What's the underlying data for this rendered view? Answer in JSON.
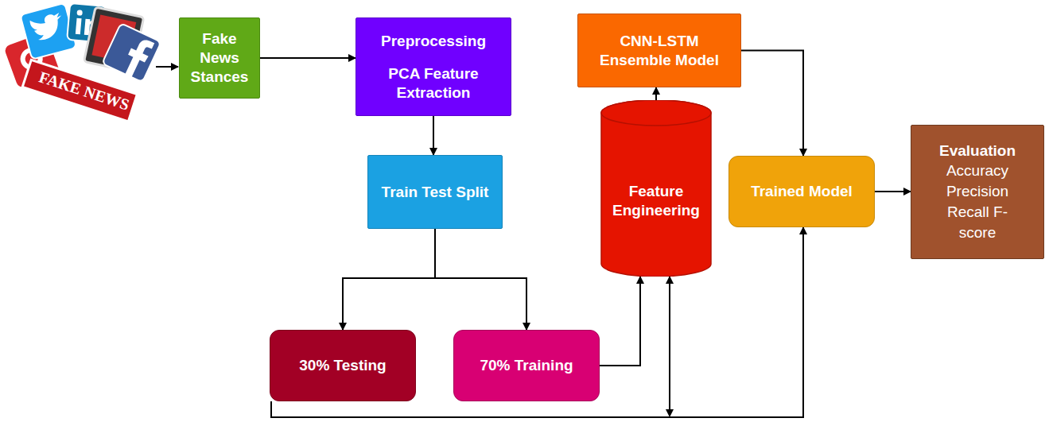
{
  "diagram": {
    "nodes": [
      {
        "text": [
          "Fake News Stances"
        ]
      },
      {
        "text": [
          "Preprocessing",
          "PCA Feature Extraction"
        ]
      },
      {
        "text": [
          "Train Test Split"
        ]
      },
      {
        "text": [
          "30% Testing"
        ]
      },
      {
        "text": [
          "70% Training"
        ]
      },
      {
        "text": [
          "Feature Engineering"
        ]
      },
      {
        "text": [
          "CNN-LSTM Ensemble Model"
        ]
      },
      {
        "text": [
          "Trained Model"
        ]
      },
      {
        "text": [
          "Evaluation",
          "Accuracy Precision Recall F-score"
        ]
      }
    ],
    "edges": [
      {
        "from": 0,
        "to": 1,
        "arrow": "to"
      },
      {
        "from": 1,
        "to": 2,
        "arrow": "to"
      },
      {
        "from": 2,
        "to": 3,
        "arrow": "to"
      },
      {
        "from": 2,
        "to": 4,
        "arrow": "to"
      },
      {
        "from": 4,
        "to": 5,
        "arrow": "to"
      },
      {
        "from": 5,
        "to": 6,
        "arrow": "to"
      },
      {
        "from": 6,
        "to": 7,
        "arrow": "to"
      },
      {
        "from": 3,
        "to": 5,
        "arrow": "both"
      },
      {
        "from": 3,
        "to": 7,
        "arrow": "to"
      },
      {
        "from": 7,
        "to": 8,
        "arrow": "to"
      }
    ],
    "labels": [
      "FAKE NEWS"
    ]
  }
}
